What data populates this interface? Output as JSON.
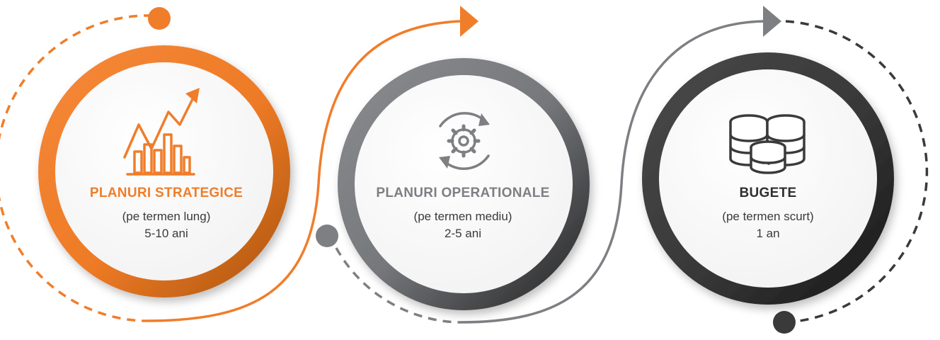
{
  "colors": {
    "orange": "#f07d2a",
    "orange_dark": "#a8540f",
    "gray": "#7d7f83",
    "dark": "#2f2f2f",
    "text": "#3a3a3a"
  },
  "stages": [
    {
      "title": "PLANURI STRATEGICE",
      "subtitle": "(pe termen lung)",
      "duration": "5-10 ani",
      "icon": "growth-chart-icon"
    },
    {
      "title": "PLANURI OPERATIONALE",
      "subtitle": "(pe termen mediu)",
      "duration": "2-5 ani",
      "icon": "gear-cycle-icon"
    },
    {
      "title": "BUGETE",
      "subtitle": "(pe termen scurt)",
      "duration": "1 an",
      "icon": "database-icon"
    }
  ]
}
